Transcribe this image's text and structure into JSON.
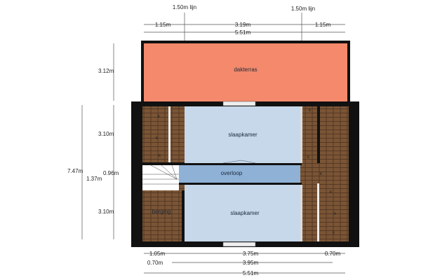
{
  "rooms": {
    "roof_terrace": "dakterras",
    "bedroom_top": "slaapkamer",
    "bedroom_bottom": "slaapkamer",
    "landing": "overloop",
    "storage": "berging",
    "knee_wall_cupboard": "k"
  },
  "dimensions": {
    "top": {
      "line_left": "1.50m lijn",
      "line_right": "1.50m lijn",
      "left": "1.15m",
      "middle": "3.19m",
      "right": "1.15m",
      "total": "5.51m"
    },
    "left": {
      "terrace": "3.12m",
      "bedroom_top": "3.10m",
      "landing": "0.96m",
      "stair": "1.37m",
      "bedroom_bottom": "3.10m",
      "total": "7.47m"
    },
    "bottom": {
      "left": "1.05m",
      "middle": "3.75m",
      "right": "0.70m",
      "row2_left": "0.70m",
      "row2_middle": "3.95m",
      "total": "5.51m"
    }
  },
  "colors": {
    "terrace": "#f4896b",
    "bedroom": "#c6d8ea",
    "landing": "#8fb1d6",
    "wood": "#7a5535",
    "wall": "#111111"
  }
}
